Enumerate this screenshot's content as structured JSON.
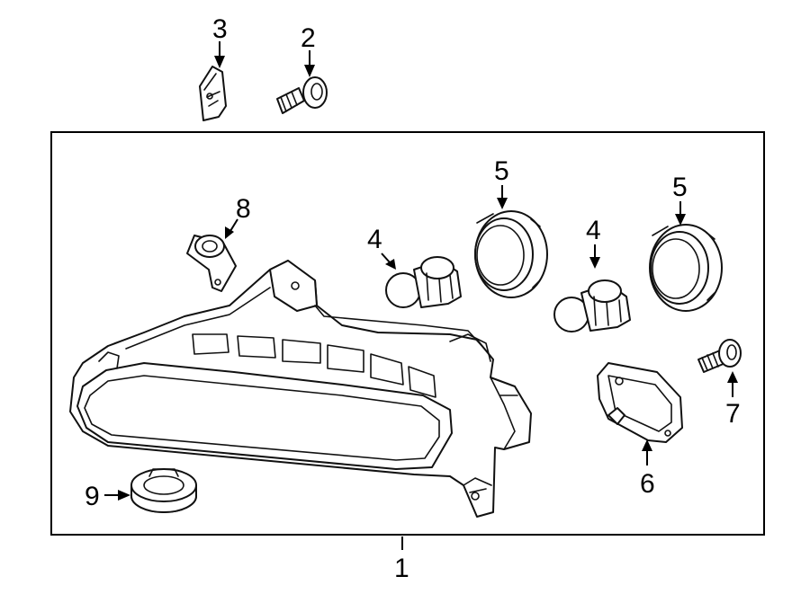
{
  "callouts": {
    "c1": "1",
    "c2": "2",
    "c3": "3",
    "c4a": "4",
    "c4b": "4",
    "c5a": "5",
    "c5b": "5",
    "c6": "6",
    "c7": "7",
    "c8": "8",
    "c9": "9"
  },
  "colors": {
    "line": "#111111",
    "background": "#ffffff"
  }
}
